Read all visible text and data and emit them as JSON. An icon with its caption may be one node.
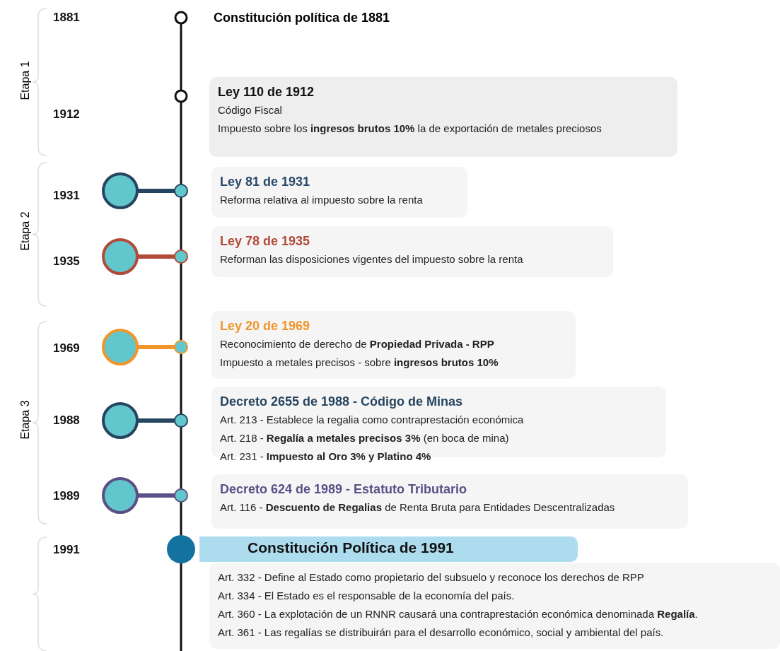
{
  "diagram": {
    "nodes": [
      {
        "text": [
          "Ley 110 de 1912",
          "Código Fiscal",
          "Impuesto sobre los **ingresos brutos 10%** la de exportación de metales preciosos"
        ]
      },
      {
        "text": [
          "Ley 81 de 1931",
          "Reforma relativa al impuesto sobre la renta"
        ]
      },
      {
        "text": [
          "Ley 78 de 1935",
          "Reforman las disposiciones vigentes del impuesto sobre la renta"
        ]
      },
      {
        "text": [
          "Ley 20 de 1969",
          "Reconocimiento de derecho de **Propiedad Privada - RPP**",
          "Impuesto a metales precisos - sobre **ingresos brutos 10%**"
        ]
      },
      {
        "text": [
          "Decreto 2655 de 1988 - Código de Minas",
          "Art. 213 - Establece la regalia como  contraprestación económica",
          "Art. 218 - **Regalía a metales precisos 3%** (en boca de mina)",
          "Art. 231 - **Impuesto al Oro 3% y Platino 4%**"
        ]
      },
      {
        "text": [
          "Decreto 624 de 1989 - Estatuto Tributario",
          "Art. 116 - **Descuento de Regalias** de Renta Bruta para Entidades Descentralizadas"
        ]
      },
      {
        "text": [
          "Constitución Política de 1991"
        ]
      },
      {
        "text": [
          "Art. 332 - Define al Estado como propietario del subsuelo y reconoce los derechos de RPP",
          "Art. 334 - El Estado es el responsable de la economía del país.",
          "Art. 360 - La explotación de un RNNR causará una contraprestación económica denominada **Regalía**.",
          "Art. 361 - Las regalías se distribuirán para el desarrollo económico, social y ambiental del país."
        ]
      }
    ],
    "edges": [],
    "labels": [
      "1881",
      "Constitución política de 1881",
      "Etapa 1",
      "1912",
      "1931",
      "Etapa 2",
      "1935",
      "1969",
      "Etapa 3",
      "1988",
      "1989",
      "1991"
    ]
  }
}
